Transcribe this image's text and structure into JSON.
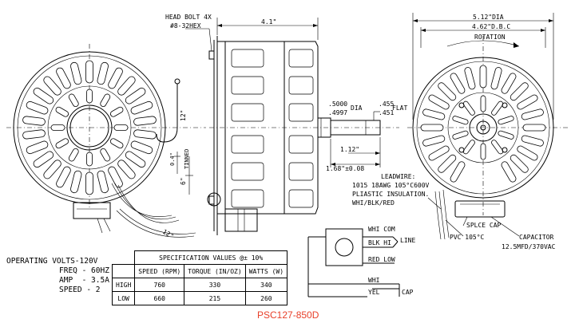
{
  "labels": {
    "head_bolt_1": "HEAD BOLT 4X",
    "head_bolt_2": "#8-32HEX",
    "length": "4.1\"",
    "dia_outer": "5.12\"DIA",
    "dia_bc": "4.62\"D.B.C",
    "rotation": "ROTATION",
    "shaft_dia_1": ".5000",
    "shaft_dia_2": ".4997",
    "dia": "DIA",
    "flat_1": ".455",
    "flat_2": ".451",
    "flat": "FLAT",
    "dim_112": "1.12\"",
    "dim_168": "1.68\"±0.08",
    "dim_12_top": "12\"",
    "dim_04": "0.4\"",
    "tinned": "TINNED",
    "dim_6": "6\"",
    "dim_12_bot": "12\"",
    "leadwire_1": "LEADWIRE:",
    "leadwire_2": "1015 18AWG 105°C600V",
    "leadwire_3": "PLIASTIC INSULATION.",
    "leadwire_4": "WHI/BLK/RED",
    "splice_cap": "SPLCE CAP",
    "pvc": "PVC 105°C",
    "capacitor_1": "CAPACITOR",
    "capacitor_2": "12.5MFD/370VAC",
    "whi_com": "WHI COM",
    "blk_hi": "BLK  HI",
    "line": "LINE",
    "red_low": "RED LOW",
    "whi": "WHI",
    "yel": "YEL",
    "cap": "CAP"
  },
  "operating": {
    "line1": "OPERATING VOLTS-120V",
    "line2": "FREQ - 60HZ",
    "line3": "AMP  - 3.5A",
    "line4": "SPEED - 2"
  },
  "spec_table": {
    "title": "SPECIFICATION VALUES  @± 10%",
    "headers": [
      "SPEED (RPM)",
      "TORQUE (IN/OZ)",
      "WATTS  (W)"
    ],
    "rows": [
      {
        "label": "HIGH",
        "values": [
          "760",
          "330",
          "340"
        ]
      },
      {
        "label": "LOW",
        "values": [
          "660",
          "215",
          "260"
        ]
      }
    ]
  },
  "part_number": "PSC127-850D"
}
